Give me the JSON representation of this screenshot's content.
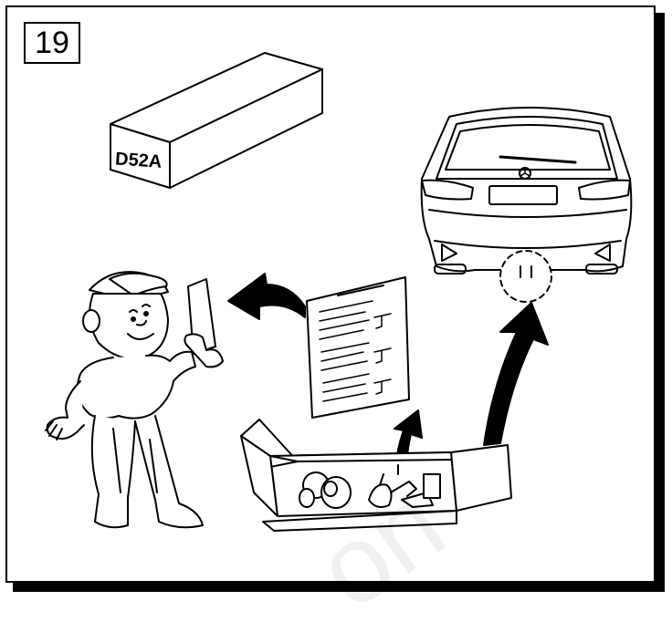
{
  "step": {
    "number": "19"
  },
  "kit_box": {
    "label": "D52A"
  },
  "watermark": {
    "text": "on"
  },
  "colors": {
    "ink": "#000000",
    "paper": "#ffffff"
  }
}
